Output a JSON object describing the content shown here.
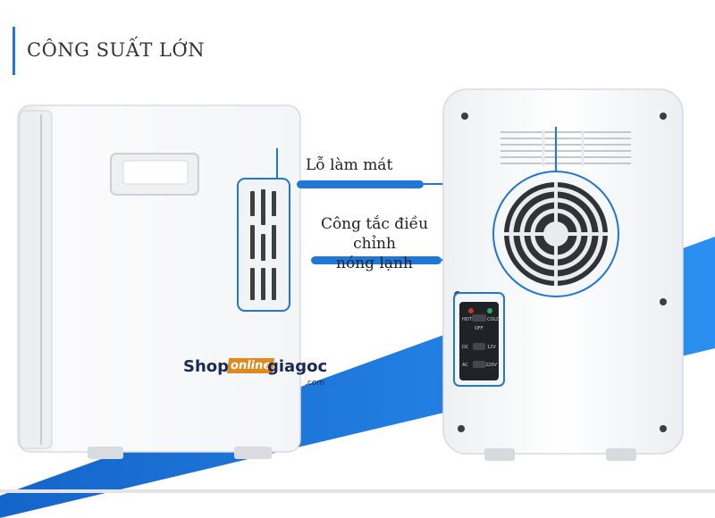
{
  "header": {
    "title": "CÔNG SUẤT LỚN"
  },
  "callouts": {
    "vent": "Lỗ làm mát",
    "switch_line1": "Công tắc điều chỉnh",
    "switch_line2": "nóng lạnh"
  },
  "control_panel": {
    "hot": "HOT",
    "cold": "COLD",
    "off": "OFF",
    "dc": "DC",
    "ac": "AC",
    "v12": "12V",
    "v220": "220V"
  },
  "watermark": {
    "shop": "Shop",
    "online": "online",
    "giagoc": "giagoc",
    "com": ".com"
  },
  "colors": {
    "accent": "#1f78d8",
    "stripe": "#1c7fe0",
    "watermark_navy": "#1b2a55",
    "watermark_orange": "#e08a1e"
  }
}
